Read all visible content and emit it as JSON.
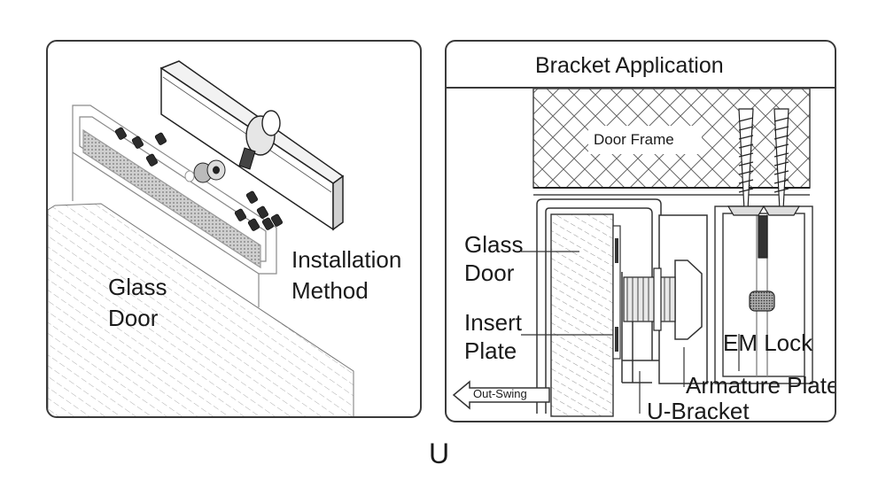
{
  "left_panel": {
    "label_glass": "Glass",
    "label_door": "Door",
    "label_installation": "Installation",
    "label_method": "Method"
  },
  "right_panel": {
    "title": "Bracket Application",
    "door_frame": "Door Frame",
    "glass": "Glass",
    "door": "Door",
    "insert": "Insert",
    "plate": "Plate",
    "em_lock": "EM Lock",
    "armature_plate": "Armature Plate",
    "u_bracket": "U-Bracket",
    "out_swing": "Out-Swing"
  },
  "caption": "U"
}
